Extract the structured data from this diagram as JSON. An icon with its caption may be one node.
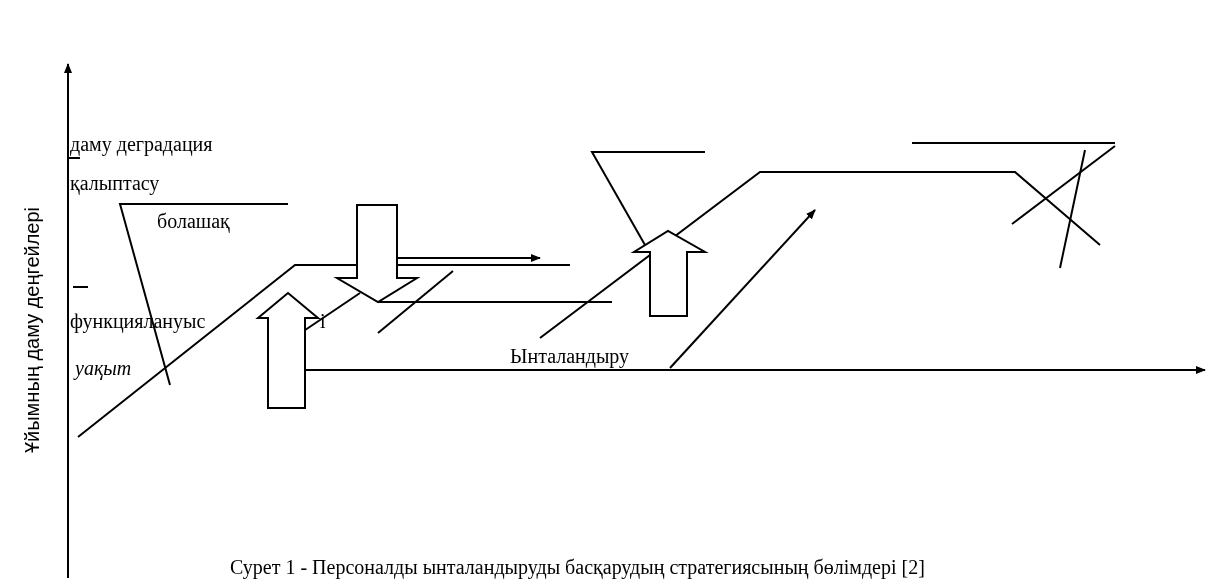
{
  "diagram": {
    "caption": "Сурет 1 - Персоналды ынталандыруды басқарудың стратегиясының бөлімдері [2]",
    "labels": [
      "даму деградация",
      "қалыптасу",
      "болашақ",
      "функциялануыс",
      "і",
      "уақыт",
      "Ынталандыру",
      "Ұйымның даму деңгейлері"
    ]
  }
}
